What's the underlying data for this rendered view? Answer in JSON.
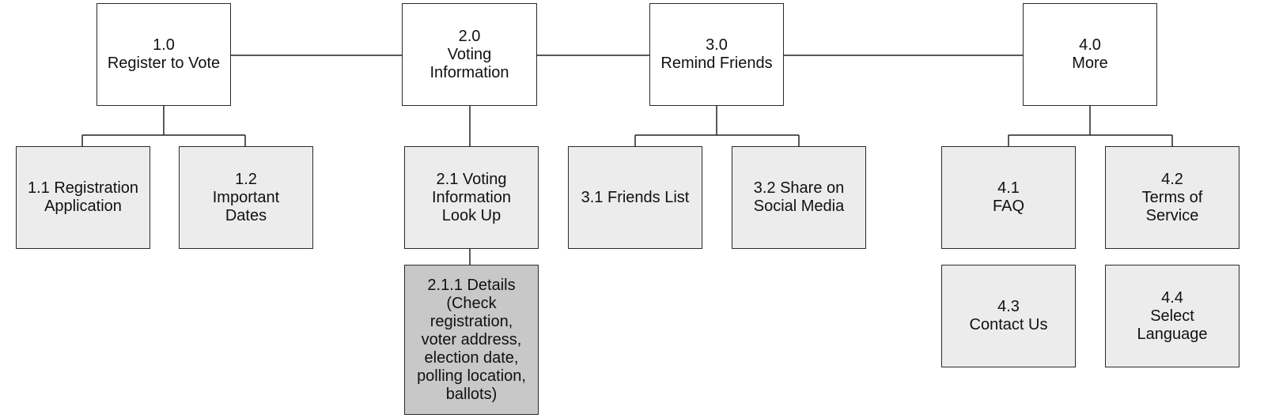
{
  "sections": [
    {
      "label": "1.0\nRegister to Vote",
      "children": [
        {
          "label": "1.1 Registration\nApplication"
        },
        {
          "label": "1.2\nImportant\nDates"
        }
      ]
    },
    {
      "label": "2.0\nVoting\nInformation",
      "children": [
        {
          "label": "2.1 Voting\nInformation\nLook Up"
        }
      ],
      "grandchildren": [
        {
          "label": "2.1.1 Details\n(Check\nregistration,\nvoter address,\nelection date,\npolling location,\nballots)"
        }
      ]
    },
    {
      "label": "3.0\nRemind Friends",
      "children": [
        {
          "label": "3.1 Friends List"
        },
        {
          "label": "3.2 Share on\nSocial Media"
        }
      ]
    },
    {
      "label": "4.0\nMore",
      "children": [
        {
          "label": "4.1\nFAQ"
        },
        {
          "label": "4.2\nTerms of\nService"
        },
        {
          "label": "4.3\nContact Us"
        },
        {
          "label": "4.4\nSelect\nLanguage"
        }
      ]
    }
  ]
}
